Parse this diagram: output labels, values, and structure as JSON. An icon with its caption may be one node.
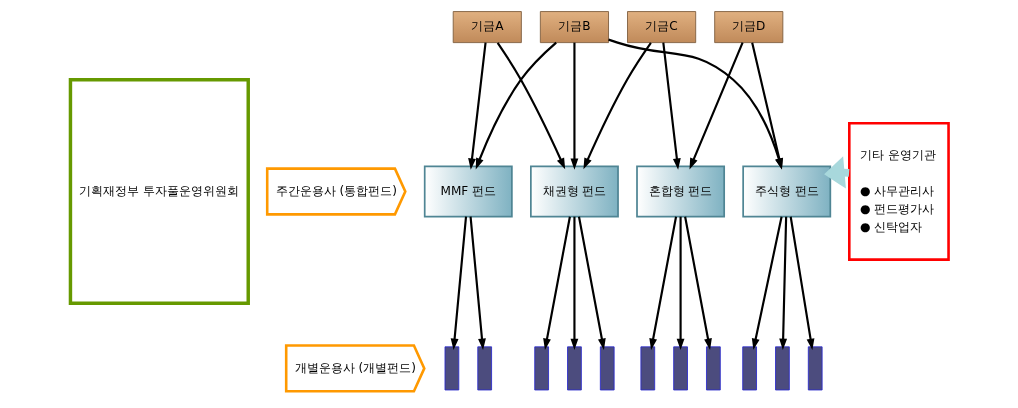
{
  "diagram": {
    "nodes": [
      {
        "text": [
          "기획재정부 투자풀운영위원회"
        ]
      },
      {
        "text": [
          "주간운용사 (통합펀드)"
        ]
      },
      {
        "text": [
          "개별운용사 (개별펀드)"
        ]
      },
      {
        "text": [
          "기금A"
        ]
      },
      {
        "text": [
          "기금B"
        ]
      },
      {
        "text": [
          "기금C"
        ]
      },
      {
        "text": [
          "기금D"
        ]
      },
      {
        "text": [
          "MMF 펀드"
        ]
      },
      {
        "text": [
          "채권형 펀드"
        ]
      },
      {
        "text": [
          "혼합형 펀드"
        ]
      },
      {
        "text": [
          "주식형 펀드"
        ]
      },
      {
        "text": [],
        "shape": "bar"
      },
      {
        "text": [],
        "shape": "bar"
      },
      {
        "text": [],
        "shape": "bar"
      },
      {
        "text": [],
        "shape": "bar"
      },
      {
        "text": [],
        "shape": "bar"
      },
      {
        "text": [],
        "shape": "bar"
      },
      {
        "text": [],
        "shape": "bar"
      },
      {
        "text": [],
        "shape": "bar"
      },
      {
        "text": [],
        "shape": "bar"
      },
      {
        "text": [],
        "shape": "bar"
      },
      {
        "text": [],
        "shape": "bar"
      },
      {
        "text": [
          "기타 운영기관",
          "● 사무관리사",
          "● 펀드평가사",
          "● 신탁업자"
        ]
      }
    ],
    "edges": [
      {
        "from": 3,
        "to": 7,
        "arrow": "to"
      },
      {
        "from": 3,
        "to": 8,
        "arrow": "to"
      },
      {
        "from": 4,
        "to": 7,
        "arrow": "to"
      },
      {
        "from": 4,
        "to": 8,
        "arrow": "to"
      },
      {
        "from": 4,
        "to": 10,
        "arrow": "to"
      },
      {
        "from": 5,
        "to": 8,
        "arrow": "to"
      },
      {
        "from": 5,
        "to": 9,
        "arrow": "to"
      },
      {
        "from": 6,
        "to": 9,
        "arrow": "to"
      },
      {
        "from": 6,
        "to": 10,
        "arrow": "to"
      },
      {
        "from": 7,
        "to": 11,
        "arrow": "to"
      },
      {
        "from": 7,
        "to": 12,
        "arrow": "to"
      },
      {
        "from": 8,
        "to": 13,
        "arrow": "to"
      },
      {
        "from": 8,
        "to": 14,
        "arrow": "to"
      },
      {
        "from": 8,
        "to": 15,
        "arrow": "to"
      },
      {
        "from": 9,
        "to": 16,
        "arrow": "to"
      },
      {
        "from": 9,
        "to": 17,
        "arrow": "to"
      },
      {
        "from": 9,
        "to": 18,
        "arrow": "to"
      },
      {
        "from": 10,
        "to": 19,
        "arrow": "to"
      },
      {
        "from": 10,
        "to": 20,
        "arrow": "to"
      },
      {
        "from": 10,
        "to": 21,
        "arrow": "to"
      },
      {
        "from": 22,
        "to": 10,
        "arrow": "to",
        "style": "thick",
        "color": "#a8d8dc"
      }
    ]
  }
}
